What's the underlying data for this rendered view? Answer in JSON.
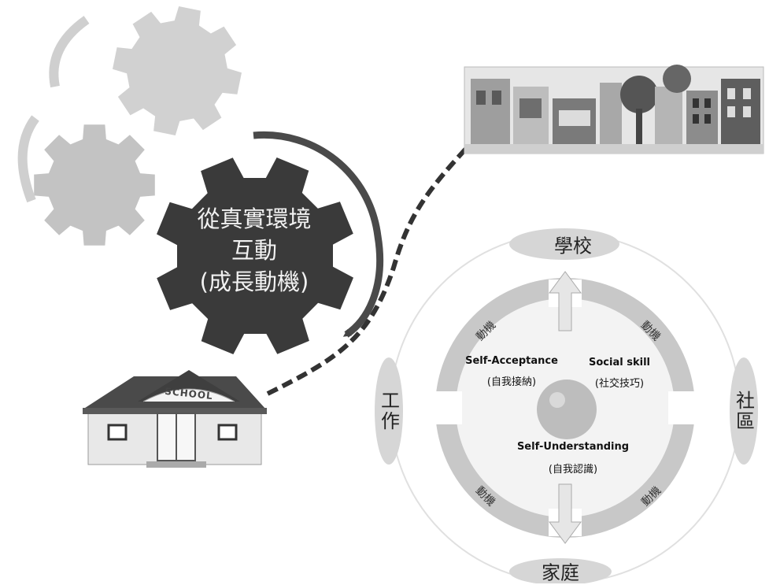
{
  "center_gear": {
    "line1": "從真實環境",
    "line2": "互動",
    "line3": "(成長動機)"
  },
  "school_building": {
    "sign": "SCHOOL"
  },
  "cycle": {
    "top_node": "學校",
    "right_node": "社區",
    "bottom_node": "家庭",
    "left_node": "工作",
    "ring_label": "動機",
    "items": [
      {
        "en": "Self-Acceptance",
        "zh": "(自我接納)"
      },
      {
        "en": "Social skill",
        "zh": "(社交技巧)"
      },
      {
        "en": "Self-Understanding",
        "zh": "(自我認識)"
      }
    ]
  },
  "colors": {
    "gear_dark": "#3a3a3a",
    "gear_light": "#bdbdbd",
    "ring": "#c8c8c8",
    "node_fill": "#d6d6d6"
  }
}
